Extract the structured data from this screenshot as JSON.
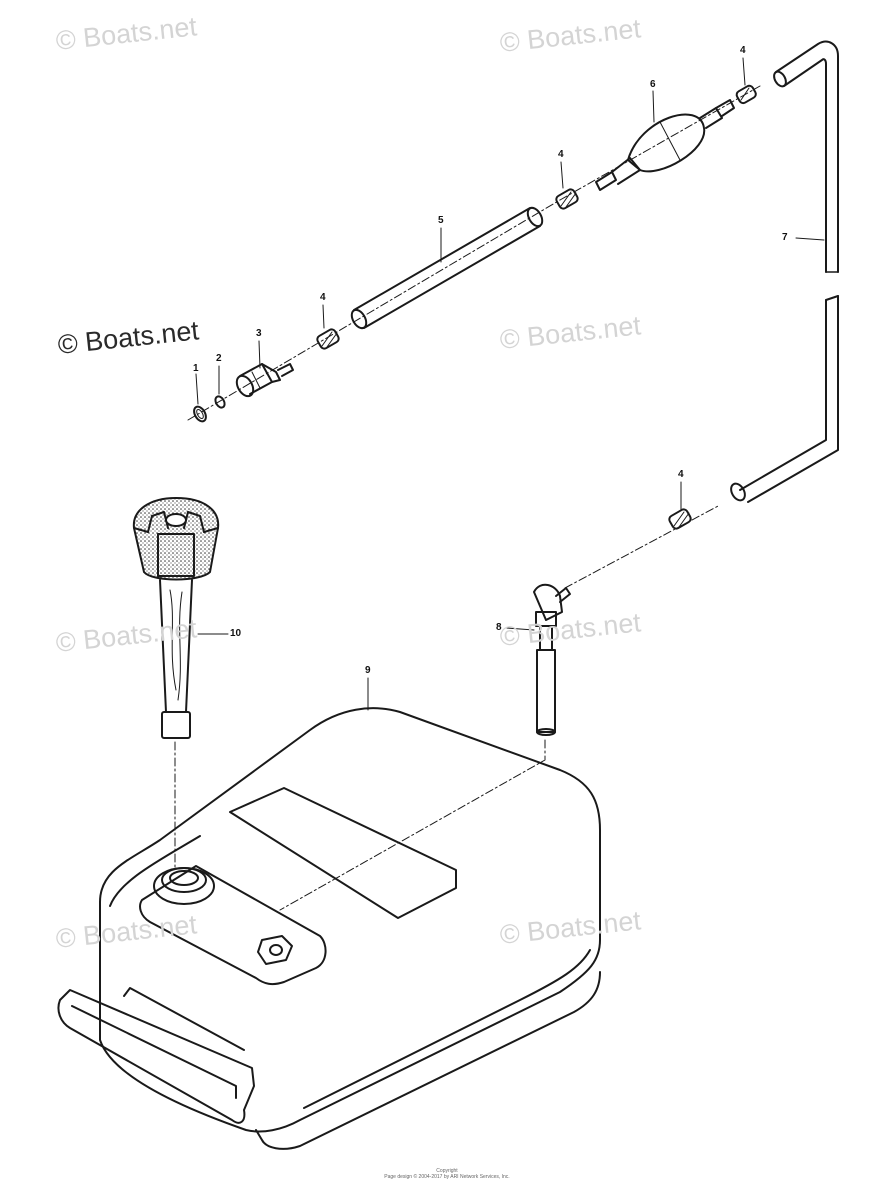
{
  "watermark": {
    "text": "© Boats.net"
  },
  "callouts": {
    "c1": "1",
    "c2": "2",
    "c3": "3",
    "c4a": "4",
    "c4b": "4",
    "c4c": "4",
    "c4d": "4",
    "c5": "5",
    "c6": "6",
    "c7": "7",
    "c8": "8",
    "c9": "9",
    "c10": "10"
  },
  "footer": {
    "line1": "Copyright",
    "line2": "Page design © 2004-2017 by ARI Network Services, Inc."
  },
  "colors": {
    "line": "#1a1a1a",
    "watermark": "#d4d4d4"
  }
}
